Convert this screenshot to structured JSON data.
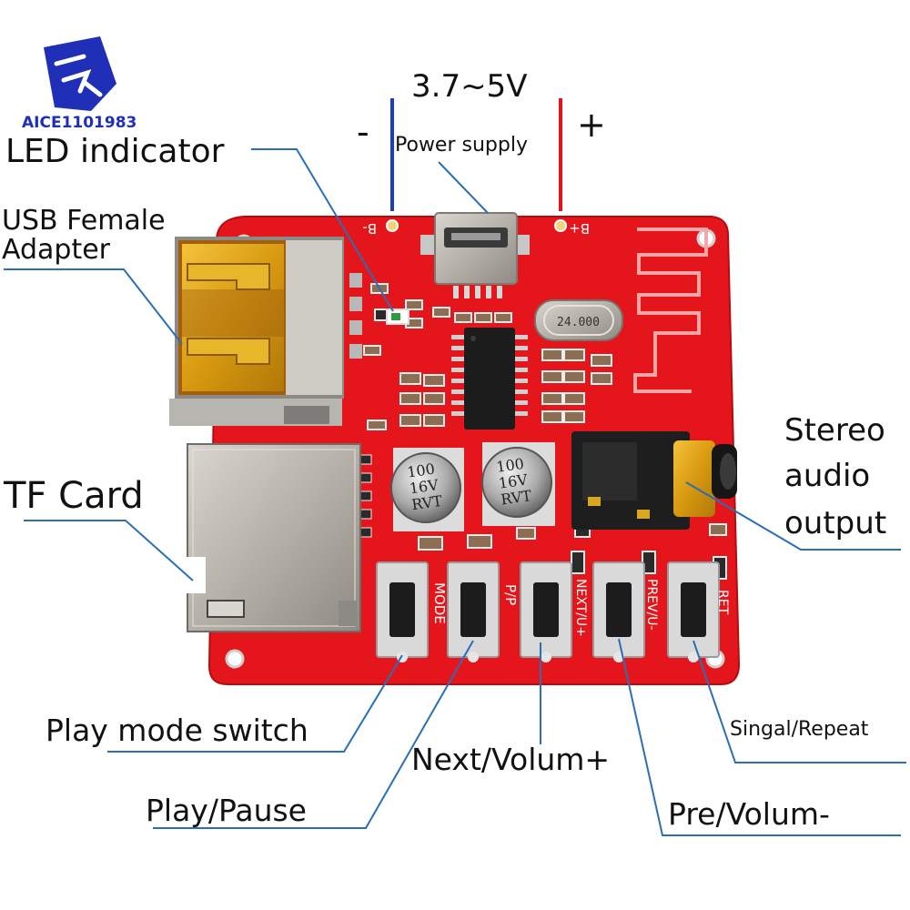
{
  "logo": {
    "brand_text": "AICE1101983"
  },
  "power": {
    "voltage": "3.7~5V",
    "minus_sign": "-",
    "plus_sign": "+",
    "label": "Power supply",
    "pad_minus": "B-",
    "pad_plus": "B+"
  },
  "labels": {
    "led_indicator": "LED indicator",
    "usb_line1": "USB Female",
    "usb_line2": "Adapter",
    "tf_card": "TF Card",
    "stereo_line1": "Stereo",
    "stereo_line2": "audio",
    "stereo_line3": "output",
    "play_mode": "Play mode switch",
    "next": "Next/Volum+",
    "play_pause": "Play/Pause",
    "single_repeat": "Singal/Repeat",
    "pre": "Pre/Volum-"
  },
  "board": {
    "crystal": "24.000",
    "cap1_line1": "100",
    "cap1_line2": "16V",
    "cap1_line3": "RVT",
    "cap2_line1": "100",
    "cap2_line2": "16V",
    "cap2_line3": "RVT",
    "btn_mode": "MODE",
    "btn_pp": "P/P",
    "btn_next": "NEXT/U+",
    "btn_prev": "PREV/U-",
    "btn_ret": "RET"
  },
  "colors": {
    "board_red": "#e4161c",
    "wire_blue": "#1d3fbf",
    "wire_red": "#e0141a",
    "leader_blue": "#2a6fb5",
    "logo_blue": "#1f2fb8"
  }
}
